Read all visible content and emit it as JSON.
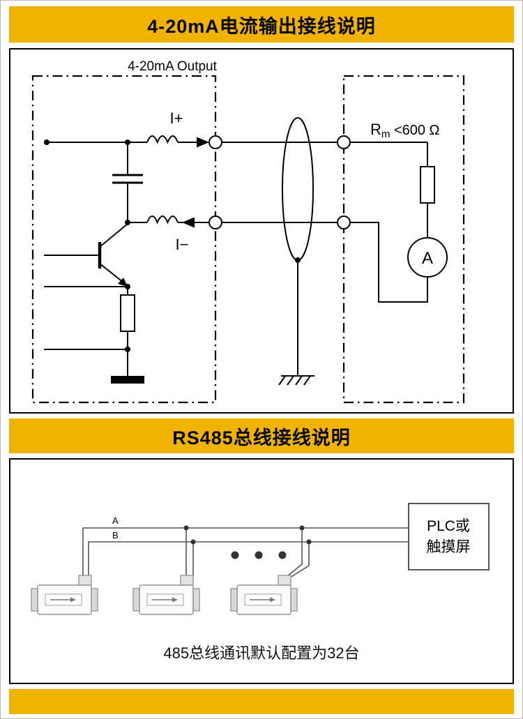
{
  "colors": {
    "accent": "#F2B300",
    "line": "#000000"
  },
  "section_420ma": {
    "title": "4-20mA电流输出接线说明",
    "output_label": "4-20mA Output",
    "i_plus": "I+",
    "i_minus": "I−",
    "rm_symbol": "R",
    "rm_subscript": "m",
    "rm_value": " <600 Ω",
    "ammeter_label": "A"
  },
  "section_rs485": {
    "title": "RS485总线接线说明",
    "wire_a_label": "A",
    "wire_b_label": "B",
    "plc_line1": "PLC或",
    "plc_line2": "触摸屏",
    "note": "485总线通讯默认配置为32台"
  }
}
